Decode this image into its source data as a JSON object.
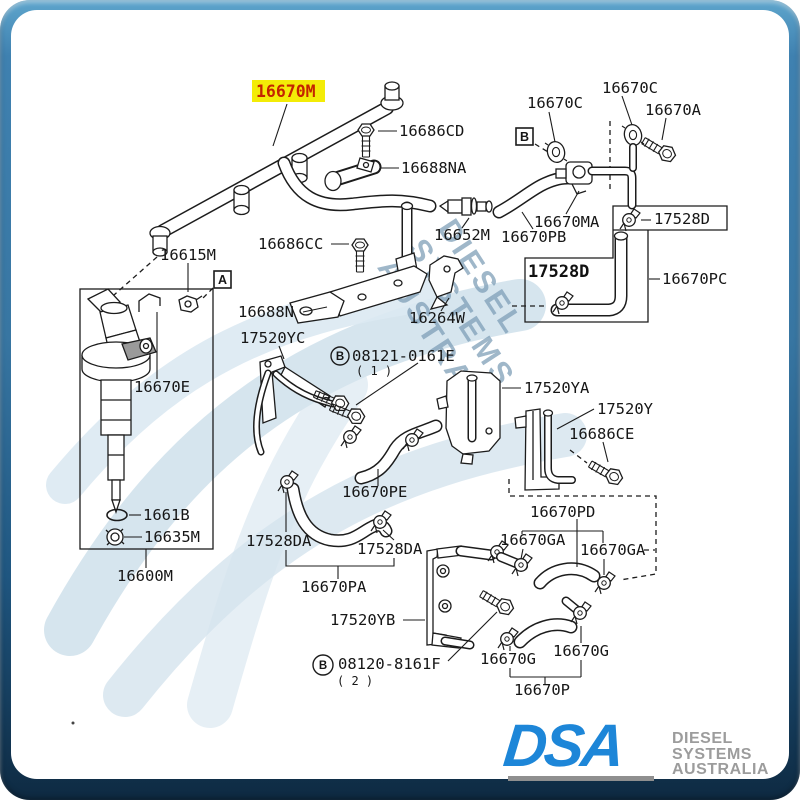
{
  "highlight_label": {
    "text": "16670M",
    "text_color": "#c42400",
    "bg_color": "#f3ec07"
  },
  "parts": {
    "fuel_rail": "16670M",
    "bolt_cd": "16686CD",
    "clip_na": "16688NA",
    "grommet_c": "16670C",
    "bolt_a": "16670A",
    "clamp_d": "17528D",
    "valve_ma": "16670MA",
    "hose_pb": "16670PB",
    "sensor": "16652M",
    "bolt_cc": "16686CC",
    "hose_pc": "16670PC",
    "clip_m": "16615M",
    "bracket_n": "16688N",
    "bracket_w": "16264W",
    "pipe_yc": "17520YC",
    "injector_clamp": "16670E",
    "bracket_ya": "17520YA",
    "bracket_y": "17520Y",
    "bolt_ce": "16686CE",
    "hose_pe": "16670PE",
    "hose_pd": "16670PD",
    "clamp_ga": "16670GA",
    "clamp_da": "17528DA",
    "oring": "1661B",
    "washer": "16635M",
    "injector": "16600M",
    "hose_pa": "16670PA",
    "bracket_yb": "17520YB",
    "clamp_g": "16670G",
    "hose_p": "16670P"
  },
  "callouts": {
    "a": "A",
    "b": "B"
  },
  "fasteners": {
    "spec1": {
      "id": "08121-0161E",
      "qty": "( 1 )"
    },
    "spec2": {
      "id": "08120-8161F",
      "qty": "( 2 )"
    }
  },
  "watermark": {
    "lines": [
      "DIESEL",
      "SYSTEMS",
      "AUSTRALIA"
    ]
  },
  "logo": {
    "text": "DSA",
    "lines": [
      "DIESEL",
      "SYSTEMS",
      "AUSTRALIA"
    ],
    "accent": "#1d86d8",
    "gray": "#9c9c9c"
  }
}
